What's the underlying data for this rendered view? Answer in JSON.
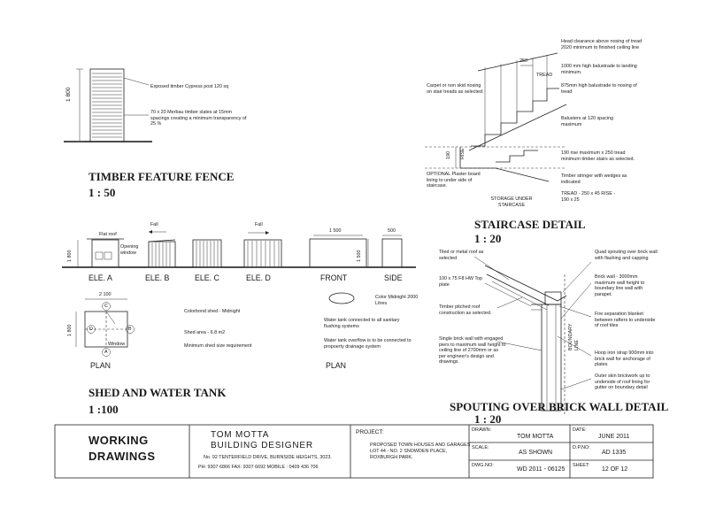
{
  "fence": {
    "height_dim": "1 800",
    "note1": "Exposed timber Cypress post 120 sq",
    "note2": "70 x 20 Merbau timber slates at 15mm spacings creating a minimum transparency of 25 %",
    "title": "TIMBER FEATURE FENCE",
    "scale": "1 : 50"
  },
  "shed": {
    "elev_labels": [
      "ELE. A",
      "ELE. B",
      "ELE. C",
      "ELE. D",
      "FRONT",
      "SIDE"
    ],
    "fall1": "Fall",
    "fall2": "Fall",
    "flat_roof": "Flat roof",
    "opening_note": "Opening window",
    "height_dim": "1 800",
    "front_dim": "1 500",
    "side_dim": "1 500",
    "side_top_dim": "500",
    "plan_width": "2 100",
    "plan_depth": "1 800",
    "plan_label": "PLAN",
    "window_label": "Window",
    "marker_a": "A",
    "marker_b": "B",
    "marker_c": "C",
    "marker_d": "D",
    "note_colour": "Colorbond shed - Midnight",
    "note_area": "Shed area - 6.8 m2",
    "note_min": "Minimum shed size requirement",
    "tank_colour": "Color Midnight 2000 Litres",
    "tank_note1": "Water tank connected to all sanitary flushing systems",
    "tank_note2": "Water tank overflow is to be connected to propoerty drainage system",
    "tank_plan_label": "PLAN",
    "title": "SHED AND WATER TANK",
    "scale": "1 :100"
  },
  "stair": {
    "note_head": "Head clearance above nosing of tread 2020 minimum to finished ceiling line",
    "note_bal1": "1000 mm high balustrade to landing minimum.",
    "note_bal2": "875mm high balustrade to nosing of tread",
    "note_carpet": "Carpet or non skid nosing on stair treads as selected.",
    "note_balusters": "Balusters at 120 spacing maximum",
    "note_rise": "190 rise maximum x 250 tread minimum timber stairs as selected.",
    "note_optional": "OPTIONAL Plaster board lining to under side of staircase.",
    "note_stringer": "Timber stringer with wedges as indicated",
    "note_tread_rise": "TREAD - 250 x 45 RISE - 190 x 25",
    "storage": "STORAGE UNDER STAIRCASE",
    "dim_250": "250",
    "dim_tread": "TREAD",
    "dim_190": "190",
    "dim_rise": "RISE",
    "title": "STAIRCASE DETAIL",
    "scale": "1 : 20"
  },
  "spout": {
    "note_tiled": "Tiled or metal roof as selected",
    "note_top_plate": "100 x 75 F8 HW Top plate",
    "note_pitched": "Timber pitched roof construction as selected.",
    "note_single_brick": "Single brick wall with engaged piers to maximum wall height to ceiling line of 2700mm or as per engineer's design and drawings",
    "note_quad": "Quad spouting over brick wall with flashing and capping",
    "note_brick_wall": "Brick wall - 3000mm maximum wall height to boundary line wall with parapet.",
    "note_fire": "Fire separation blanket between rafters to underside of roof tiles",
    "note_hoop": "Hoop iron strap 900mm into brick wall for anchorage of plates",
    "note_outer": "Outer skin brickwork up to underside of roof lining for gutter on boundary detail",
    "boundary": "BOUNDARY LINE",
    "title": "SPOUTING OVER BRICK WALL DETAIL",
    "scale": "1 : 20"
  },
  "titleblock": {
    "heading_line1": "WORKING",
    "heading_line2": "DRAWINGS",
    "designer_name": "TOM MOTTA",
    "designer_role": "BUILDING DESIGNER",
    "designer_address": "No. 92 TENTERFIELD DRIVE, BURNSIDE HEIGHTS, 3023.",
    "designer_contacts": "PH: 9307 6866     FAX: 9307 6692     MOBILE : 0409 436 706",
    "project_label": "PROJECT:",
    "project_line1": "PROPOSED TOWN HOUSES AND GARAGES",
    "project_line2": "LOT 44 - NO. 2 SNOWDEN PLACE,",
    "project_line3": "ROXBURGH PARK.",
    "drawn_label": "DRAWN:",
    "drawn_value": "TOM MOTTA",
    "date_label": "DATE:",
    "date_value": "JUNE 2011",
    "scale_label": "SCALE:",
    "scale_value": "AS  SHOWN",
    "dpno_label": "D.P.NO:",
    "dpno_value": "AD  1335",
    "dwgno_label": "DWG.NO:",
    "dwgno_value": "WD 2011 - 06125",
    "sheet_label": "SHEET:",
    "sheet_value": "12 OF 12"
  }
}
